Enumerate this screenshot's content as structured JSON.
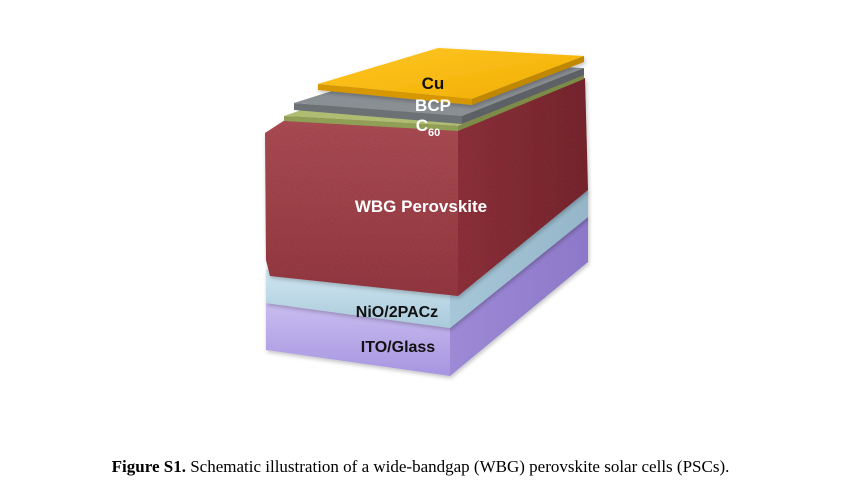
{
  "layers": {
    "cu": {
      "label": "Cu",
      "color": "#f5b800"
    },
    "bcp": {
      "label": "BCP",
      "color": "#7f8489"
    },
    "c60": {
      "label": "C",
      "subscript": "60",
      "color": "#a3b66c"
    },
    "perovskite": {
      "label": "WBG Perovskite",
      "color": "#a8454d"
    },
    "nio": {
      "label": "NiO/2PACz",
      "color": "#b4d4e4"
    },
    "ito": {
      "label": "ITO/Glass",
      "color": "#b5a6e4"
    }
  },
  "caption": {
    "label": "Figure S1.",
    "text": " Schematic illustration of a wide-bandgap (WBG) perovskite solar cells (PSCs)."
  }
}
